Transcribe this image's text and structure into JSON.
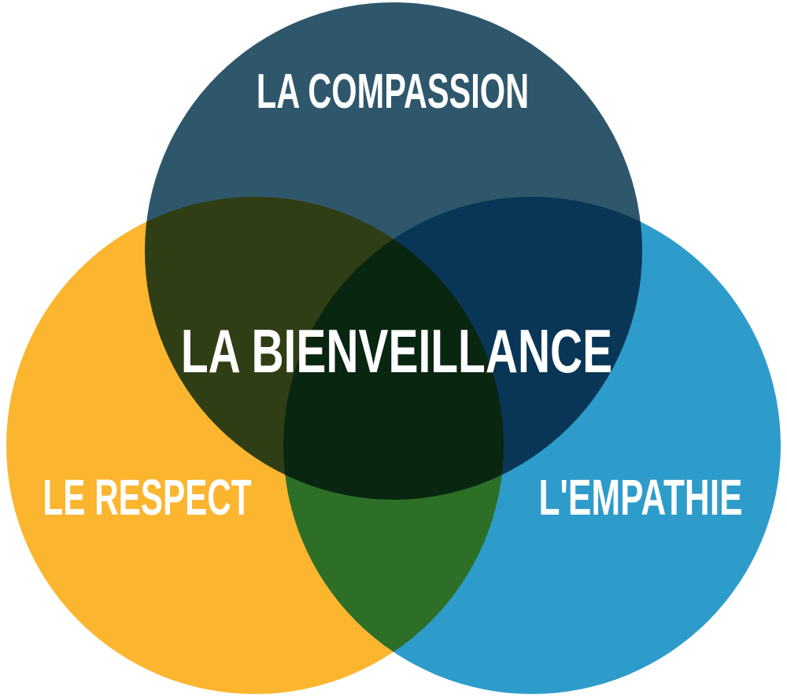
{
  "venn": {
    "background": "#FFFFFF",
    "text_color": "#FFFFFF",
    "center_label": "LA BIENVEILLANCE",
    "sets": [
      {
        "id": "compassion",
        "label": "LA COMPASSION",
        "color": "#2F576C",
        "position": "top"
      },
      {
        "id": "respect",
        "label": "LE RESPECT",
        "color": "#FCB52F",
        "position": "bottom-left"
      },
      {
        "id": "empathie",
        "label": "L'EMPATHIE",
        "color": "#2D9CCA",
        "position": "bottom-right"
      }
    ],
    "overlap_colors": {
      "compassion_respect": "#2E4014",
      "compassion_empathie": "#0D3A55",
      "respect_empathie": "#2F7329",
      "all_three": "#0A2610"
    }
  }
}
